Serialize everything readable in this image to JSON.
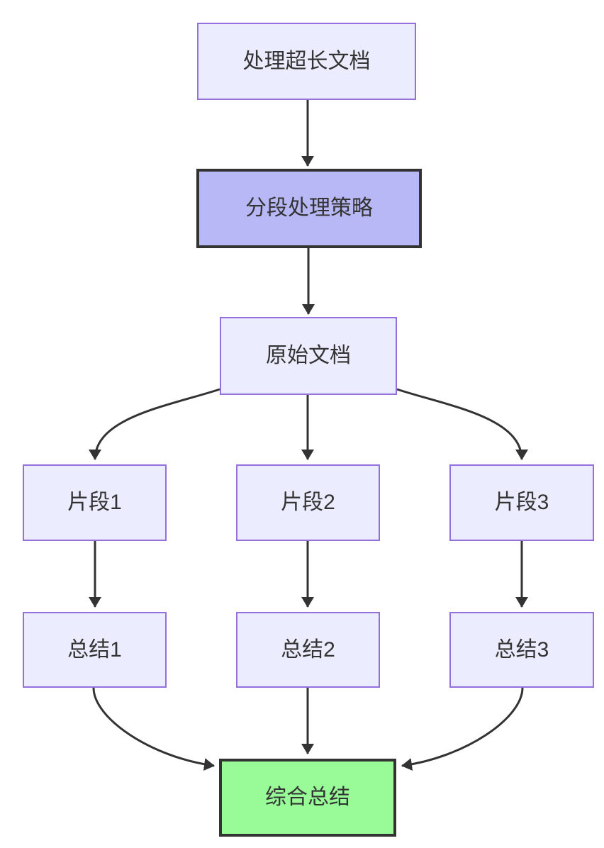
{
  "diagram": {
    "type": "flowchart",
    "direction": "top-down",
    "nodes": [
      {
        "id": "A",
        "label": "处理超长文档",
        "style": "default"
      },
      {
        "id": "B",
        "label": "分段处理策略",
        "style": "emphasis"
      },
      {
        "id": "C",
        "label": "原始文档",
        "style": "default"
      },
      {
        "id": "D1",
        "label": "片段1",
        "style": "default"
      },
      {
        "id": "D2",
        "label": "片段2",
        "style": "default"
      },
      {
        "id": "D3",
        "label": "片段3",
        "style": "default"
      },
      {
        "id": "E1",
        "label": "总结1",
        "style": "default"
      },
      {
        "id": "E2",
        "label": "总结2",
        "style": "default"
      },
      {
        "id": "E3",
        "label": "总结3",
        "style": "default"
      },
      {
        "id": "F",
        "label": "综合总结",
        "style": "success"
      }
    ],
    "edges": [
      {
        "from": "A",
        "to": "B"
      },
      {
        "from": "B",
        "to": "C"
      },
      {
        "from": "C",
        "to": "D1"
      },
      {
        "from": "C",
        "to": "D2"
      },
      {
        "from": "C",
        "to": "D3"
      },
      {
        "from": "D1",
        "to": "E1"
      },
      {
        "from": "D2",
        "to": "E2"
      },
      {
        "from": "D3",
        "to": "E3"
      },
      {
        "from": "E1",
        "to": "F"
      },
      {
        "from": "E2",
        "to": "F"
      },
      {
        "from": "E3",
        "to": "F"
      }
    ],
    "colors": {
      "background": "#ffffff",
      "node_fill": "#ececff",
      "node_border": "#9370db",
      "emphasis_fill": "#b8b8f6",
      "success_fill": "#98fb98",
      "strong_border": "#333333",
      "edge_stroke": "#333333",
      "text": "#333333"
    }
  }
}
